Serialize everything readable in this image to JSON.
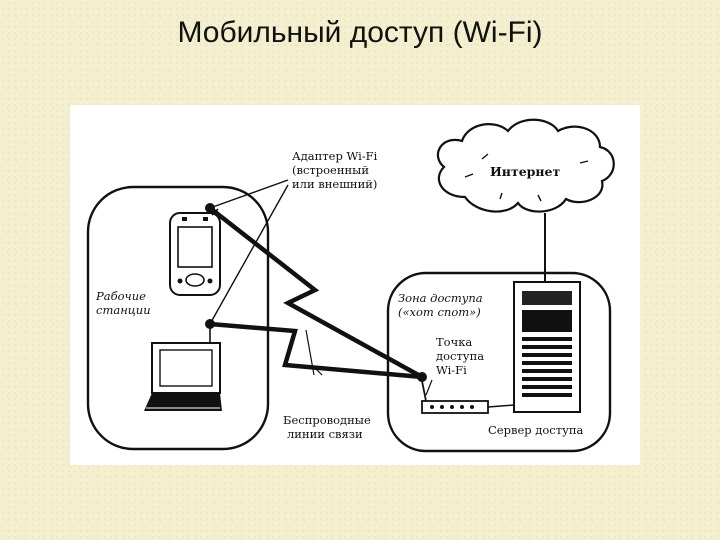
{
  "slide": {
    "title": "Мобильный доступ (Wi-Fi)"
  },
  "diagram": {
    "adapter_label": [
      "Адаптер Wi-Fi",
      "(встроенный",
      "или внешний)"
    ],
    "internet_label": "Интернет",
    "workstations_label": [
      "Рабочие",
      "станции"
    ],
    "hotspot_label": [
      "Зона доступа",
      "(«хот спот»)"
    ],
    "access_point_label": [
      "Точка",
      "доступа",
      "Wi-Fi"
    ],
    "wireless_label": [
      "Беспроводные",
      "линии связи"
    ],
    "server_label": "Сервер доступа"
  }
}
